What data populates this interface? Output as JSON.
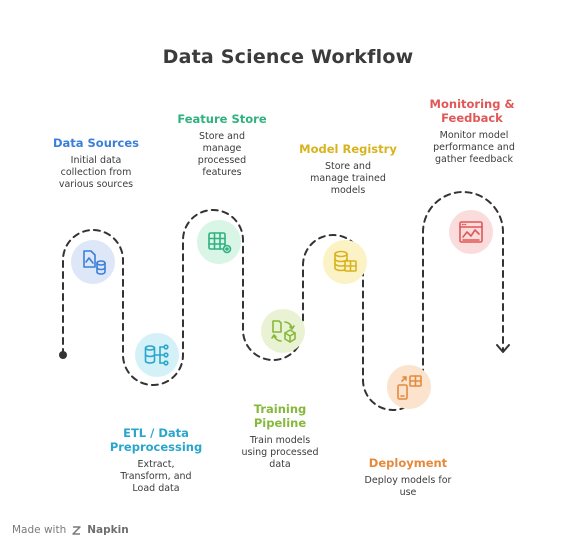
{
  "title": "Data Science Workflow",
  "steps": [
    {
      "id": "data-sources",
      "title": "Data Sources",
      "desc": [
        "Initial data",
        "collection from",
        "various sources"
      ],
      "color": "#3a7fd9",
      "fill": "#dde7f8",
      "icon": "file-database-icon"
    },
    {
      "id": "etl",
      "title": [
        "ETL / Data",
        "Preprocessing"
      ],
      "desc": [
        "Extract,",
        "Transform, and",
        "Load data"
      ],
      "color": "#2aa6cc",
      "fill": "#d5f1f8",
      "icon": "database-flow-icon"
    },
    {
      "id": "feature-store",
      "title": "Feature Store",
      "desc": [
        "Store and",
        "manage",
        "processed",
        "features"
      ],
      "color": "#2fb180",
      "fill": "#d8f5e6",
      "icon": "spreadsheet-gear-icon"
    },
    {
      "id": "training",
      "title": [
        "Training",
        "Pipeline"
      ],
      "desc": [
        "Train models",
        "using processed",
        "data"
      ],
      "color": "#86b83a",
      "fill": "#e9f3d4",
      "icon": "model-cycle-icon"
    },
    {
      "id": "model-registry",
      "title": "Model Registry",
      "desc": [
        "Store and",
        "manage trained",
        "models"
      ],
      "color": "#d9b31c",
      "fill": "#fbf2c6",
      "icon": "database-table-icon"
    },
    {
      "id": "deployment",
      "title": "Deployment",
      "desc": [
        "Deploy models for",
        "use"
      ],
      "color": "#e58a3c",
      "fill": "#fbe3cd",
      "icon": "mobile-deploy-icon"
    },
    {
      "id": "monitoring",
      "title": [
        "Monitoring &",
        "Feedback"
      ],
      "desc": [
        "Monitor model",
        "performance and",
        "gather feedback"
      ],
      "color": "#e05757",
      "fill": "#fbdcdc",
      "icon": "monitor-chart-icon"
    }
  ],
  "footer": {
    "prefix": "Made with",
    "brand": "Napkin"
  }
}
